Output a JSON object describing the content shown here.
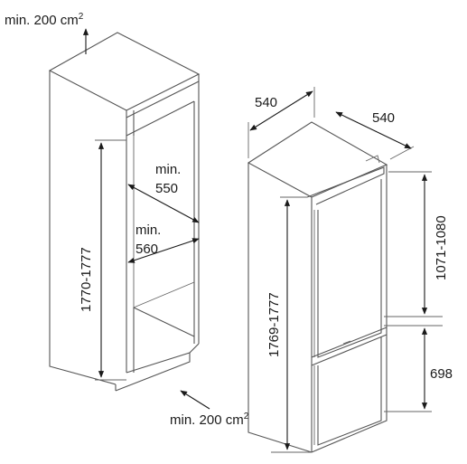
{
  "labels": {
    "top_vent": "min. 200 cm",
    "top_vent_sup": "2",
    "bottom_vent": "min. 200 cm",
    "bottom_vent_sup": "2",
    "niche_depth_min": "min.",
    "niche_depth_value": "550",
    "niche_width_min": "min.",
    "niche_width_value": "560",
    "niche_height": "1770-1777",
    "appliance_width": "540",
    "appliance_depth": "540",
    "appliance_height": "1769-1777",
    "upper_door_height": "1071-1080",
    "lower_door_height": "698"
  }
}
